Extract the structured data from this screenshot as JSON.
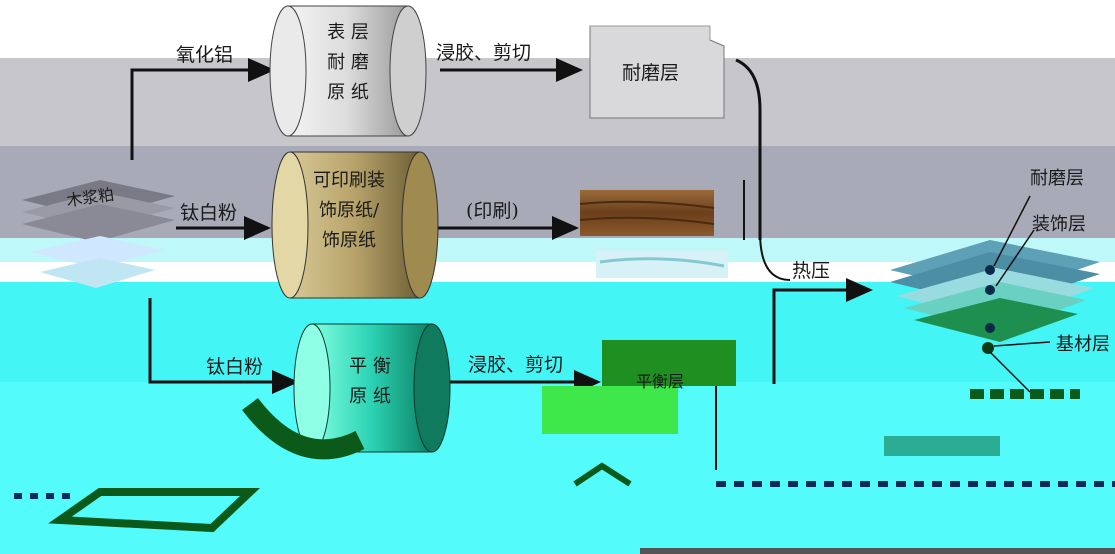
{
  "labels": {
    "alumina": "氧化铝",
    "titanium_1": "钛白粉",
    "titanium_2": "钛白粉",
    "impregnate_cut_1": "浸胶、剪切",
    "impregnate_cut_2": "浸胶、剪切",
    "printing": "(印刷)",
    "wood_pulp": "木浆粕",
    "hot_press": "热压"
  },
  "cylinders": {
    "surface": "表 层\n耐 磨\n原 纸",
    "decor": "可印刷装\n饰原纸/\n饰原纸",
    "balance": "平 衡\n原 纸"
  },
  "layers": {
    "wear": "耐磨层",
    "balance": "平衡层"
  },
  "product": {
    "wear": "耐磨层",
    "decor": "装饰层",
    "core": "基材层"
  },
  "colors": {
    "gray_band": "#c9c9cc",
    "cyan": "#40ffff",
    "green": "#3ee84a",
    "dark_green": "#0c5a1a",
    "wood": "#7a4a22"
  }
}
